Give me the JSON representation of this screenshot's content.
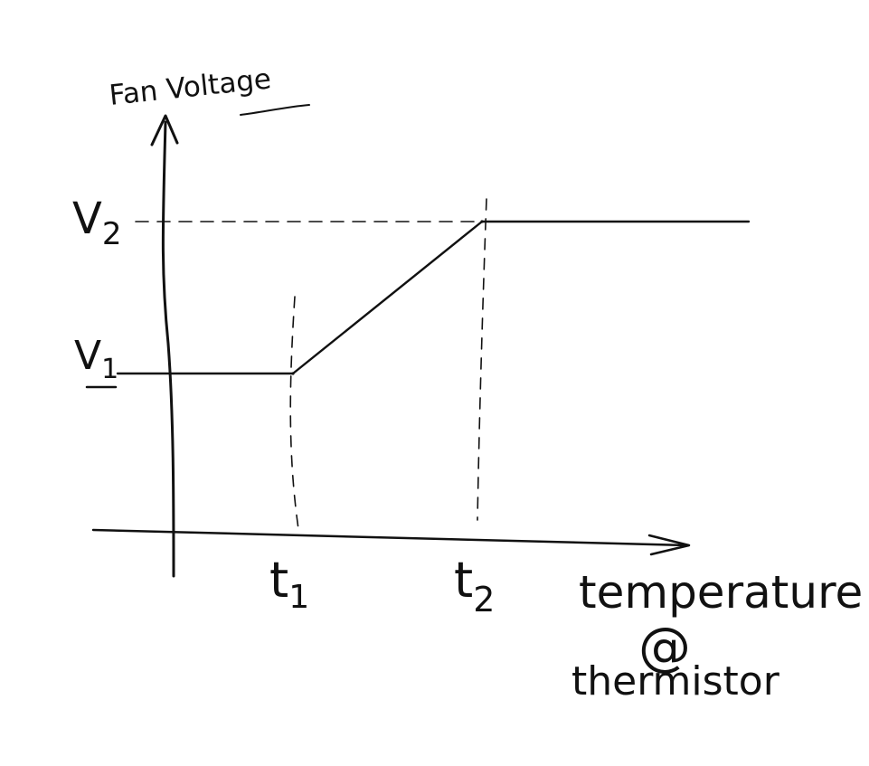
{
  "chart_data": {
    "type": "line",
    "title": "",
    "xlabel": "temperature @ thermistor",
    "xlabel_lines": [
      "temperature",
      "@",
      "thermistor"
    ],
    "ylabel": "Fan Voltage",
    "x_ticks": [
      {
        "label": "t",
        "subscript": "1"
      },
      {
        "label": "t",
        "subscript": "2"
      }
    ],
    "y_ticks": [
      {
        "label": "V",
        "subscript": "1"
      },
      {
        "label": "V",
        "subscript": "2"
      }
    ],
    "series": [
      {
        "points": [
          {
            "x": "below t1",
            "y": "V1"
          },
          {
            "x": "t1",
            "y": "V1"
          },
          {
            "x": "t2",
            "y": "V2"
          },
          {
            "x": "above t2",
            "y": "V2"
          }
        ]
      }
    ],
    "reference_lines": [
      "dashed vertical at t1",
      "dashed vertical at t2",
      "dashed horizontal at V2"
    ],
    "grid": false,
    "legend": "none",
    "style": "hand-drawn sketch",
    "colors": {
      "ink": "#111111",
      "background": "#ffffff"
    }
  }
}
